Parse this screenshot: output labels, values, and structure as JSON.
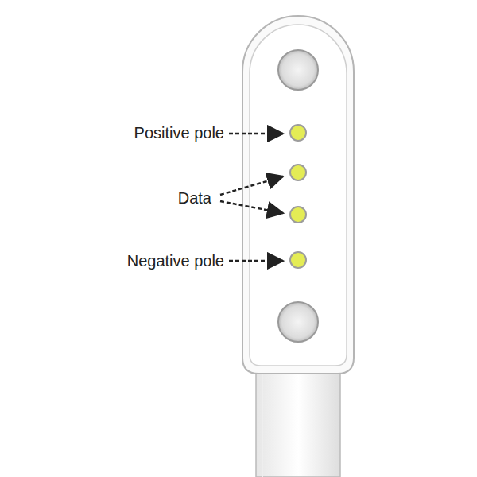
{
  "diagram": {
    "labels": [
      "Positive pole",
      "Data",
      "Negative pole"
    ]
  }
}
